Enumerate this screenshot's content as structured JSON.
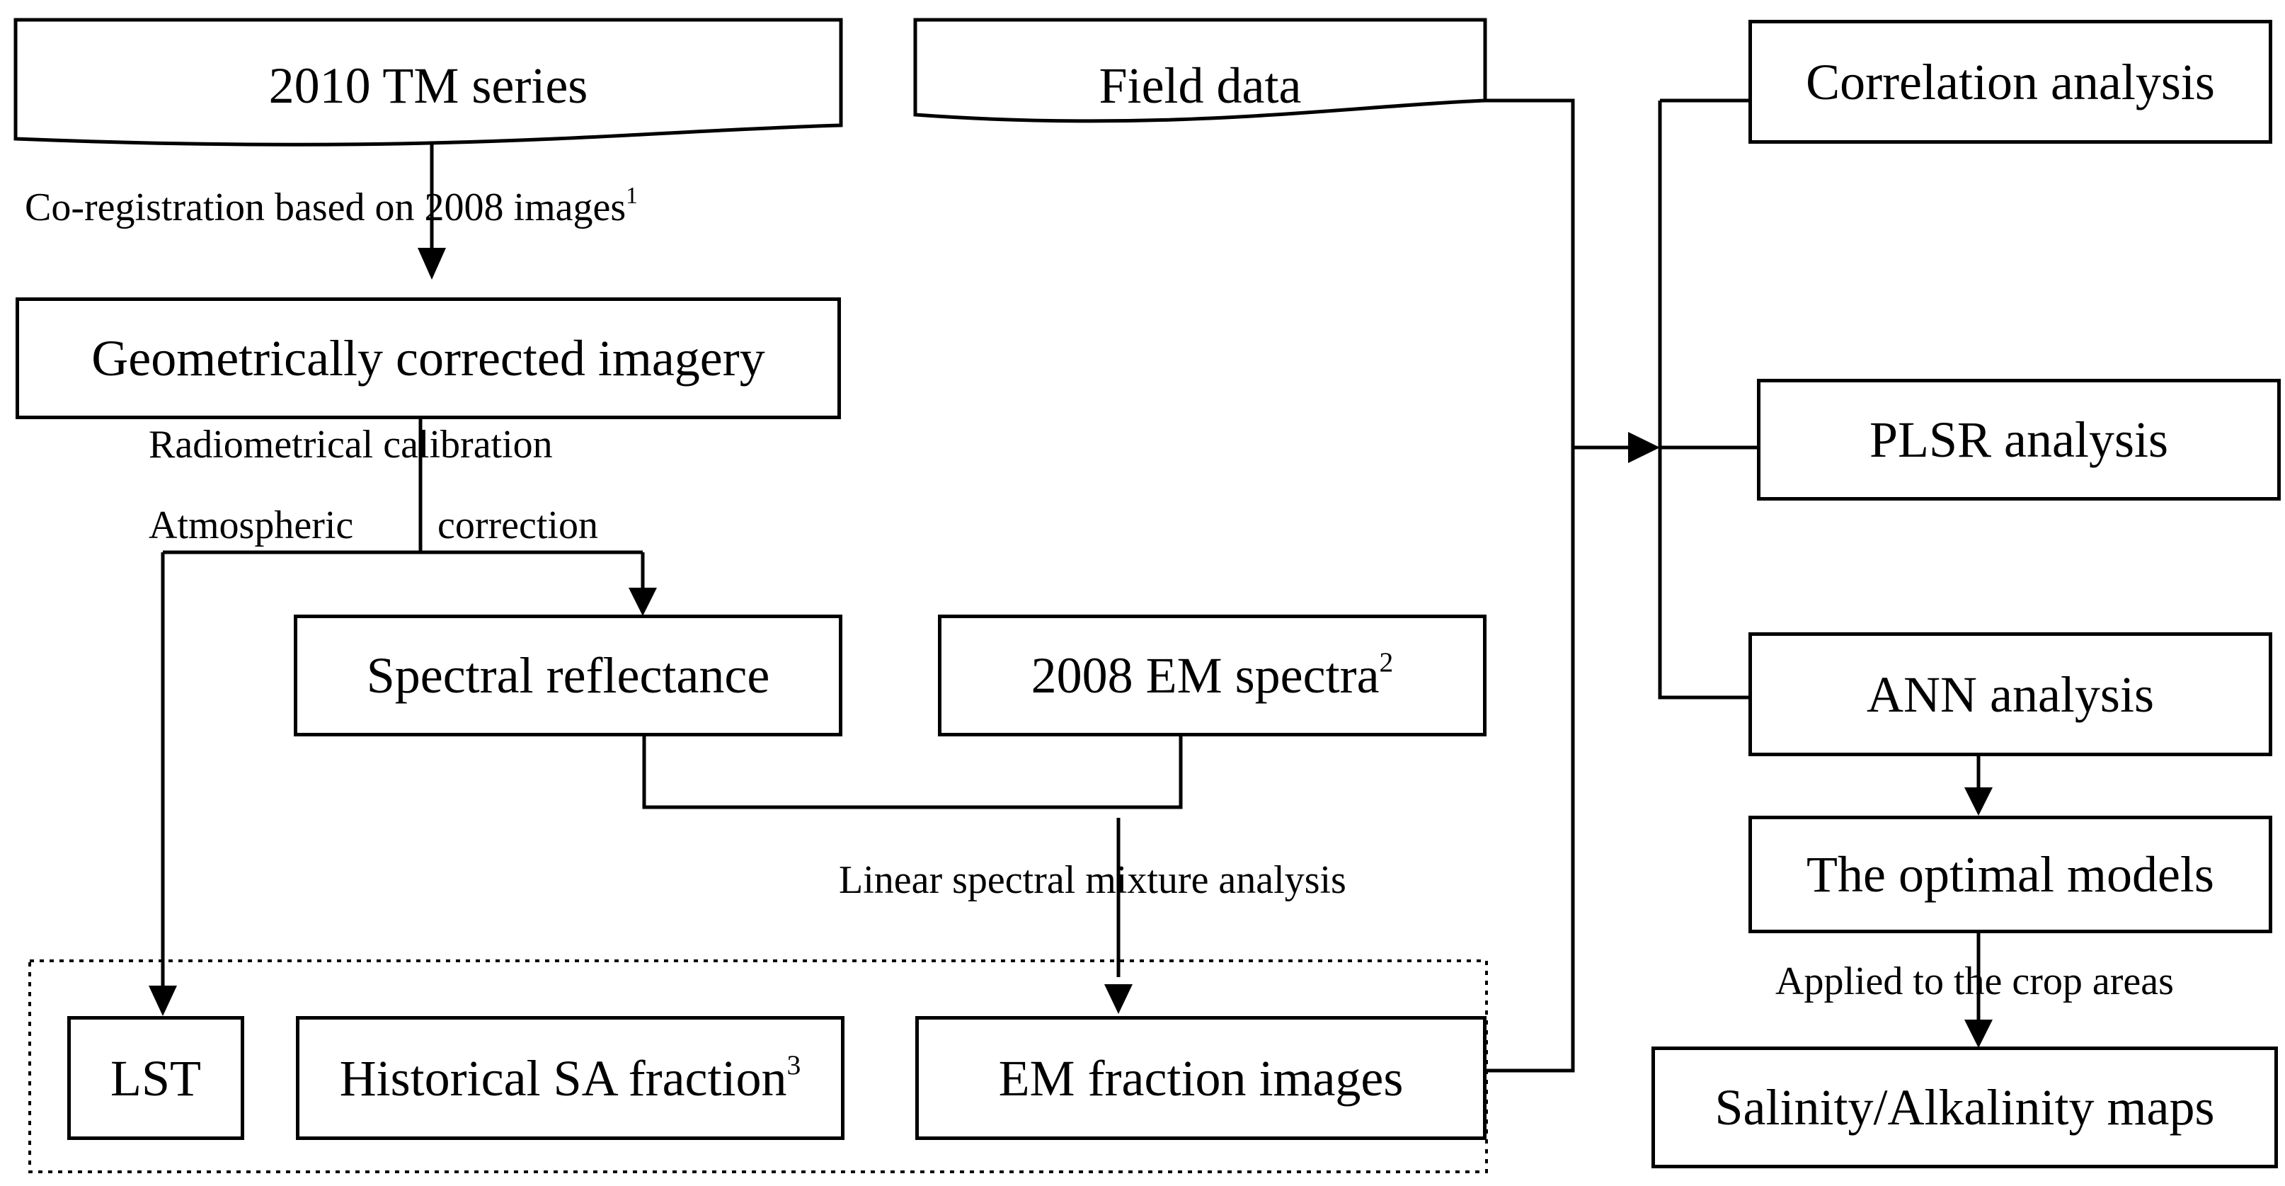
{
  "inputs": {
    "tm_series": "2010 TM series",
    "field_data": "Field data"
  },
  "steps": {
    "geo_corrected": "Geometrically corrected imagery",
    "spectral_reflectance": "Spectral reflectance",
    "em_spectra": "2008 EM spectra",
    "em_spectra_note": "2",
    "lst": "LST",
    "historical_sa": "Historical SA fraction",
    "historical_sa_note": "3",
    "em_fraction": "EM fraction images"
  },
  "labels": {
    "coregistration": "Co-registration based on 2008 images",
    "coregistration_note": "1",
    "radiometric": "Radiometrical calibration",
    "atmospheric_a": "Atmospheric",
    "atmospheric_b": "correction",
    "lsma": "Linear spectral mixture analysis",
    "applied": "Applied to the crop areas"
  },
  "analysis": {
    "correlation": "Correlation analysis",
    "plsr": "PLSR analysis",
    "ann": "ANN analysis",
    "optimal": "The optimal models",
    "maps": "Salinity/Alkalinity maps"
  }
}
